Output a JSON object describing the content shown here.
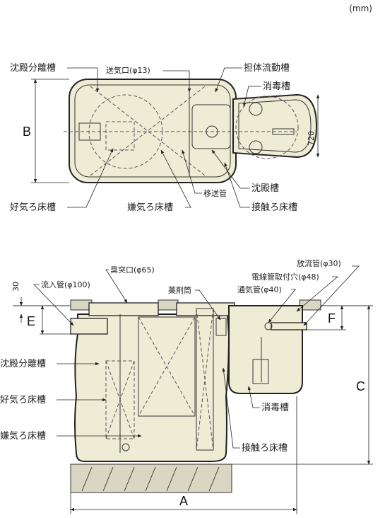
{
  "unit": "(mm)",
  "plan": {
    "labels": {
      "sedimentation_separation": "沈殿分離槽",
      "air_inlet": "送気口(φ13)",
      "carrier_flow": "担体流動槽",
      "disinfection": "消毒槽",
      "aerobic_filter": "好気ろ床槽",
      "anaerobic_filter": "嫌気ろ床槽",
      "transfer_pipe": "移送管",
      "sedimentation": "沈殿槽",
      "contact_filter": "接触ろ床槽"
    },
    "dims": {
      "b": "B",
      "width_720": "720"
    }
  },
  "section": {
    "labels": {
      "inflow_pipe": "流入管(φ100)",
      "odor_vent": "臭突口(φ65)",
      "chemical_tube": "薬剤筒",
      "discharge_pipe": "放流管(φ30)",
      "conduit_hole": "電線管取付穴(φ48)",
      "vent_pipe": "通気管(φ40)",
      "sedimentation_separation": "沈殿分離槽",
      "aerobic_filter": "好気ろ床槽",
      "anaerobic_filter": "嫌気ろ床槽",
      "disinfection": "消毒槽",
      "contact_filter": "接触ろ床槽"
    },
    "dims": {
      "d30": "30",
      "e": "E",
      "f": "F",
      "c": "C",
      "a": "A"
    }
  }
}
